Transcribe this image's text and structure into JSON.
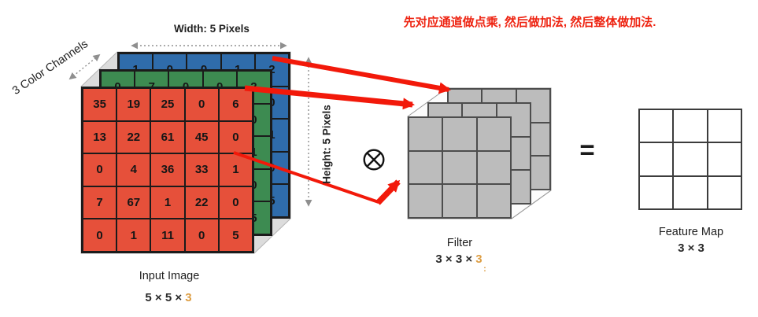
{
  "annotation": {
    "text": "先对应通道做点乘, 然后做加法, 然后整体做加法.",
    "color": "#ee2412"
  },
  "dims": {
    "width": "Width: 5 Pixels",
    "height": "Height: 5 Pixels",
    "channels": "3 Color Channels"
  },
  "input": {
    "label": "Input Image",
    "size_prefix": "5 × 5 × ",
    "channels_value": "3",
    "layers": {
      "red": {
        "name": "red-channel",
        "color": "#e6503a",
        "values": [
          [
            35,
            19,
            25,
            0,
            6
          ],
          [
            13,
            22,
            61,
            45,
            0
          ],
          [
            0,
            4,
            36,
            33,
            1
          ],
          [
            7,
            67,
            1,
            22,
            0
          ],
          [
            0,
            1,
            11,
            0,
            5
          ]
        ]
      },
      "green": {
        "name": "green-channel",
        "color": "#3d8b51",
        "top_row_partial": [
          "0",
          "7",
          "0",
          "0",
          "2"
        ],
        "right_col": [
          "2",
          "0",
          "1",
          "0",
          "5"
        ]
      },
      "blue": {
        "name": "blue-channel",
        "color": "#2f6cab",
        "top_row_partial": [
          "1",
          "0",
          "0",
          "1",
          "2"
        ],
        "right_col": [
          "2",
          "0",
          "1",
          "0",
          "5"
        ]
      }
    }
  },
  "operator": {
    "symbol": "⊗",
    "meaning": "convolution"
  },
  "filter": {
    "label": "Filter",
    "size_prefix": "3 × 3 × ",
    "channels_value": "3",
    "colon": ":",
    "color": "#bcbcbc",
    "depth": 3,
    "rows": 3,
    "cols": 3
  },
  "equals": {
    "symbol": "="
  },
  "feature_map": {
    "label": "Feature Map",
    "size_label": "3 × 3",
    "rows": 3,
    "cols": 3
  },
  "colors": {
    "red_layer": "#e6503a",
    "green_layer": "#3d8b51",
    "blue_layer": "#2f6cab",
    "filter_gray": "#bcbcbc",
    "box_face_gray": "#dcdcdc",
    "arrow_red": "#f2190a",
    "annotation_red": "#ee2412",
    "channel_orange": "#dd9e44",
    "dim_arrow_gray": "#8f8f8f"
  }
}
